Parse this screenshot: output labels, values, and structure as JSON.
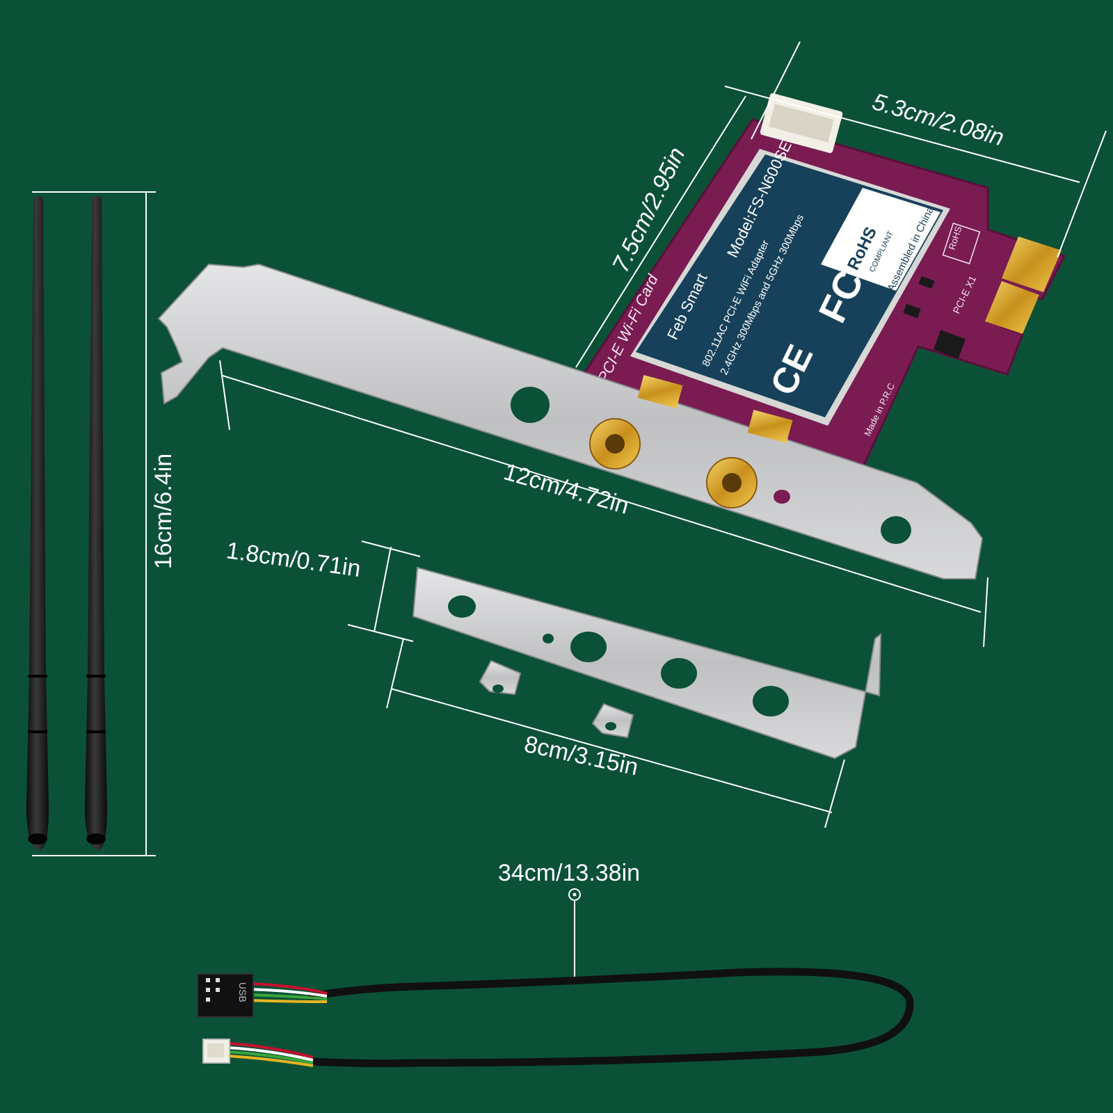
{
  "colors": {
    "background": "#0b5137",
    "pcb": "#7a1c52",
    "label_panel": "#17415a",
    "bracket": "#c8c9cb",
    "gold": "#d4a52a",
    "antenna": "#1a1a1a"
  },
  "dimensions": {
    "card_width": "5.3cm/2.08in",
    "card_height": "7.5cm/2.95in",
    "bracket_full": "12cm/4.72in",
    "bracket_low_height": "1.8cm/0.71in",
    "bracket_low": "8cm/3.15in",
    "antenna": "16cm/6.4in",
    "cable": "34cm/13.38in"
  },
  "card_label": {
    "brand": "Feb Smart",
    "model": "Model:FS-N600SE",
    "line1": "802.11AC PCI-E WiFi Adapter",
    "line2": "2.4GHz 300Mbps and 5GHz 300Mbps",
    "assembled": "Assembled in China",
    "rohs": "RoHS",
    "compliant": "COMPLIANT",
    "fc": "FC",
    "ce": "CE"
  },
  "pcb_text": {
    "silk": "PCI-E Wi-Fi Card",
    "pcie": "PCI-E X1",
    "made_in": "Made in P.R.C",
    "rohs_small": "RoHS"
  },
  "cable": {
    "connector_label": "USB"
  },
  "icons": [
    "antenna-icon",
    "bracket-icon",
    "cable-icon",
    "card-icon"
  ]
}
